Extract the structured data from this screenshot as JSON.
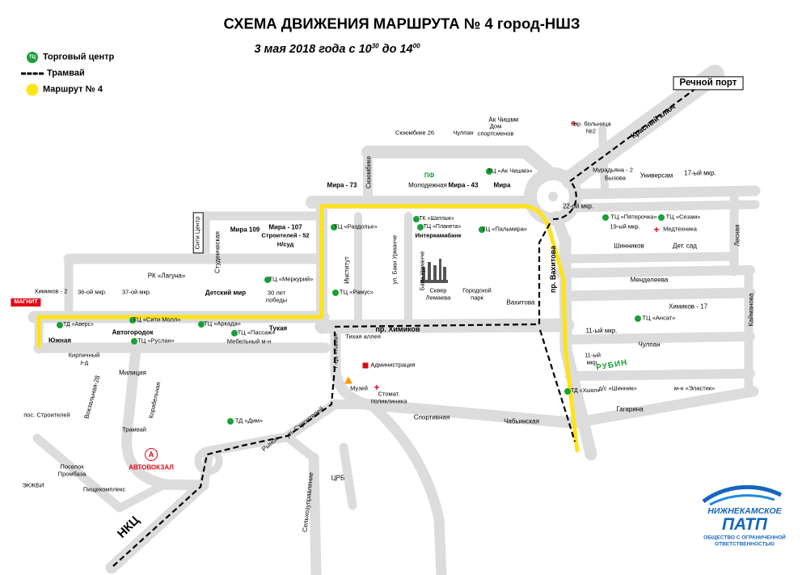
{
  "header": {
    "title": "СХЕМА ДВИЖЕНИЯ МАРШРУТА № 4 город-НШЗ",
    "subtitle_p1": "3 мая 2018 года с 10",
    "subtitle_sup1": "30",
    "subtitle_p2": " до 14",
    "subtitle_sup2": "00"
  },
  "legend": {
    "tc_badge": "ТЦ",
    "items": [
      "Торговый центр",
      "Трамвай",
      "Маршрут № 4"
    ]
  },
  "icons": {
    "cross": "+",
    "a_badge": "А"
  },
  "logo": {
    "name": "НИЖНЕКАМСКОЕ",
    "abbr": "ПАТП",
    "sub1": "ОБЩЕСТВО С ОГРАНИЧЕННОЙ",
    "sub2": "ОТВЕТСТВЕННОСТЬЮ"
  },
  "colors": {
    "route": "#ffe315",
    "road": "#dcdcdc",
    "tram": "#000000",
    "tc_green": "#18a038",
    "accent_red": "#e30613",
    "logo_blue": "#1565c0"
  },
  "map": {
    "labels": {
      "rechnoy_port": "Речной порт",
      "krasny_klyuch": "Красный ключ",
      "gor_bolnitsa": "Гор. больница №2",
      "ak_chishme": "Ак Чишме",
      "syuyumbike26": "Сююмбике 26",
      "chulpan_top": "Чулпан",
      "dom_sportsmenov": "Дом спортсменов",
      "syuyumbike": "Сююмбике",
      "mira73": "Мира - 73",
      "pf": "ПФ",
      "molodezhnaya": "Молодежная",
      "mira43": "Мира - 43",
      "tc_ak_chishme": "ТЦ «Ак Чишмэ»",
      "mira": "Мира",
      "muradyana2": "Мурадьяна - 2",
      "byzova": "Бызова",
      "universam": "Универсам",
      "mkr17": "17-ый мкр.",
      "mkr22": "22-ой мкр.",
      "tc_pyaterochka": "ТЦ «Пятерочка»",
      "tc_sezam": "ТЦ «Сезам»",
      "mkr19": "19-ый мкр.",
      "medtekhnika": "Медтехника",
      "shinnikov": "Шинников",
      "det_sad": "Дет. сад",
      "lesnaya": "Лесная",
      "mendeleeva": "Менделеева",
      "khimikov17": "Химиков - 17",
      "tc_ansat": "ТЦ «Ансат»",
      "mkr11a": "11-ый мкр.",
      "chulpan_right": "Чулпан",
      "mkr11b": "11-ый мкр.",
      "rubin": "РУБИН",
      "kaimanova": "Кайманова",
      "pr_vakhitova": "пр. Вахитова",
      "vakhitova": "Вахитова",
      "ds_shinnik": "д/с «Шинник»",
      "mn_elastik": "м-н «Эластик»",
      "gagarina": "Гагарина",
      "chabinskaya": "Чабьинская",
      "sportivnaya": "Спортивная",
      "td_khyal": "ТД «Хыял»",
      "siti_tsentr": "Сити Центр",
      "mira109": "Мира 109",
      "mira107": "Мира - 107",
      "stroiteley52": "Строителей - 52",
      "nsud": "Н/суд",
      "studencheskaya": "Студенческая",
      "tc_razdolye": "ТЦ «Раздолье»",
      "tk_shatlyk": "ТК «Шатлык»",
      "tc_planeta": "ТЦ «Планета»",
      "interkamabank": "Интеркамабанк",
      "tc_palmira": "ТЦ «Пальмира»",
      "ul_baki_urmanche": "ул. Баки Урманче",
      "baki_urmanche": "Баки Урманче",
      "institut": "Институт",
      "skver_lemaeva": "Сквер Лемаева",
      "gorodskoy_park": "Городской парк",
      "rk_laguna": "РК «Лагуна»",
      "khimikov2": "Химиков - 2",
      "mkr36": "36-ой мкр.",
      "mkr37": "37-ой мкр.",
      "magnit": "МАГНИТ",
      "detskiy_mir": "Детский мир",
      "tc_merkuriy": "ТЦ «Меркурий»",
      "pobedy30": "30 лет победы",
      "tc_ramus": "ТЦ «Рамус»",
      "td_avers": "ТД «Аверс»",
      "tc_siti_moll": "ТЦ «Сити Молл»",
      "avtogorodok": "Автогородок",
      "tc_ruslan": "ТЦ «Руслан»",
      "tc_arkada": "ТЦ «Аркада»",
      "tc_passazh": "ТЦ «Пассаж»",
      "tukaya": "Тукая",
      "mebelny": "Мебельный м-н",
      "yuzhnaya": "Южная",
      "kirpichny": "Кирпичный з-д",
      "militsiya": "Милиция",
      "pr_khimikov": "пр. Химиков",
      "tikhaya_alleya": "Тихая аллея",
      "gca_kama": "Г-ца «Кама»",
      "administratsiya": "Администрация",
      "muzey": "Музей",
      "stomat": "Стомат. поликлиника",
      "vokzalnaya28": "Вокзальная-28",
      "pos_stroiteley": "пос. Строителей",
      "tramvay": "Трамвай",
      "korabelnaya": "Корабельная",
      "td_dim": "ТД «Дим»",
      "rynok": "Рынок",
      "ul_stroiteley": "ул. Строителей",
      "selkhoz": "Сельхозуправление",
      "tsrb": "ЦРБ",
      "poselok_prombaza": "Поселок Промбаза",
      "ekzhbi": "ЭКЖБИ",
      "pishchekompleks": "Пищекомплекс",
      "avtovokzal": "АВТОВОКЗАЛ",
      "nkts": "НКЦ"
    }
  }
}
